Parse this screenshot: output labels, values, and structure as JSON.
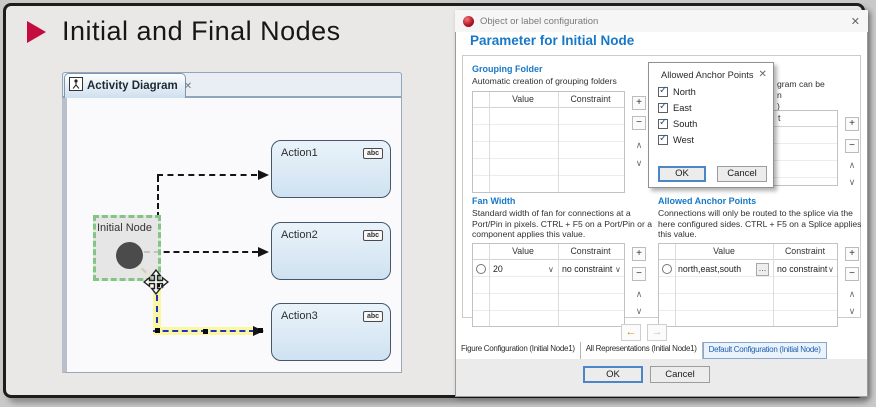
{
  "title": {
    "text": "Initial and Final Nodes"
  },
  "icons": {
    "close": "✕",
    "plus": "+",
    "minus": "−",
    "chevron_up": "∧",
    "chevron_down": "∨",
    "ellipsis": "…",
    "arrow_left": "←",
    "arrow_right": "→"
  },
  "activity_panel": {
    "tab_label": "Activity Diagram",
    "initial_node_label": "Initial Node",
    "actions": [
      "Action1",
      "Action2",
      "Action3"
    ],
    "badge": "abc"
  },
  "dialog": {
    "titlebar": "Object or label configuration",
    "heading": "Parameter for Initial Node",
    "col_value": "Value",
    "col_constraint": "Constraint",
    "grouping_folder": {
      "title": "Grouping Folder",
      "desc": "Automatic creation of grouping folders"
    },
    "fan_width": {
      "title": "Fan Width",
      "desc": "Standard width of fan for connections at a Port/Pin in pixels. CTRL + F5 on a Port/Pin or a component applies this value.",
      "value": "20",
      "constraint": "no constraint"
    },
    "anchor_points": {
      "title": "Allowed Anchor Points",
      "desc": "Connections will only be routed to the splice via the here configured sides. CTRL + F5 on a Splice applies this value.",
      "value": "north,east,south",
      "constraint": "no constraint"
    },
    "obscured": {
      "line1": "gram can be",
      "line2": "n",
      "line3": ")",
      "header_tail": "t"
    },
    "tabs": [
      "Figure Configuration (Initial Node1)",
      "All Representations (Initial Node1)",
      "Default Configuration (Initial Node)"
    ],
    "ok": "OK",
    "cancel": "Cancel"
  },
  "popup": {
    "title": "Allowed Anchor Points",
    "options": [
      "North",
      "East",
      "South",
      "West"
    ],
    "ok": "OK",
    "cancel": "Cancel"
  },
  "colors": {
    "accent_blue": "#1878c8",
    "bullet_red": "#c50b3f",
    "selected_tab_blue": "#1f5fb0",
    "action_fill": "#d7e6f3",
    "selection_green": "#84c584",
    "highlight_yellow": "#fbf6a0"
  }
}
